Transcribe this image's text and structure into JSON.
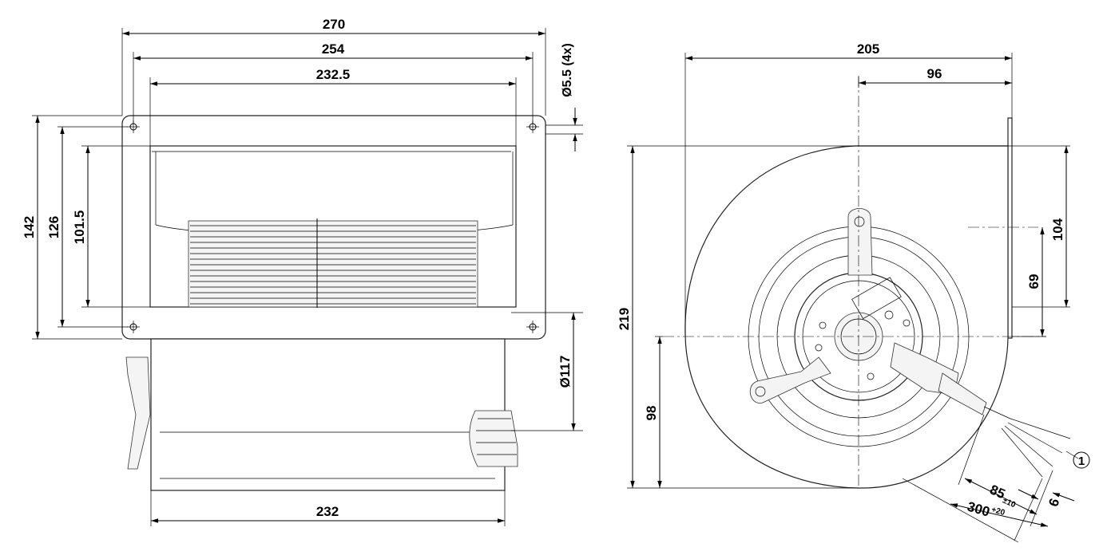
{
  "front_view": {
    "width_overall": "270",
    "width_holes": "254",
    "width_opening": "232.5",
    "hole_diameter": "Ø5.5 (4x)",
    "height_overall": "142",
    "height_holes": "126",
    "height_opening": "101.5",
    "inlet_diameter": "Ø117",
    "housing_width": "232"
  },
  "side_view": {
    "depth_overall": "205",
    "depth_axis": "96",
    "height_overall": "219",
    "outlet_height": "104",
    "outlet_offset": "69",
    "axis_height": "98",
    "cable_strip": "85",
    "cable_strip_tol": "±10",
    "cable_length": "300",
    "cable_length_tol": "+20",
    "wire_strip": "6",
    "callout": "1"
  }
}
